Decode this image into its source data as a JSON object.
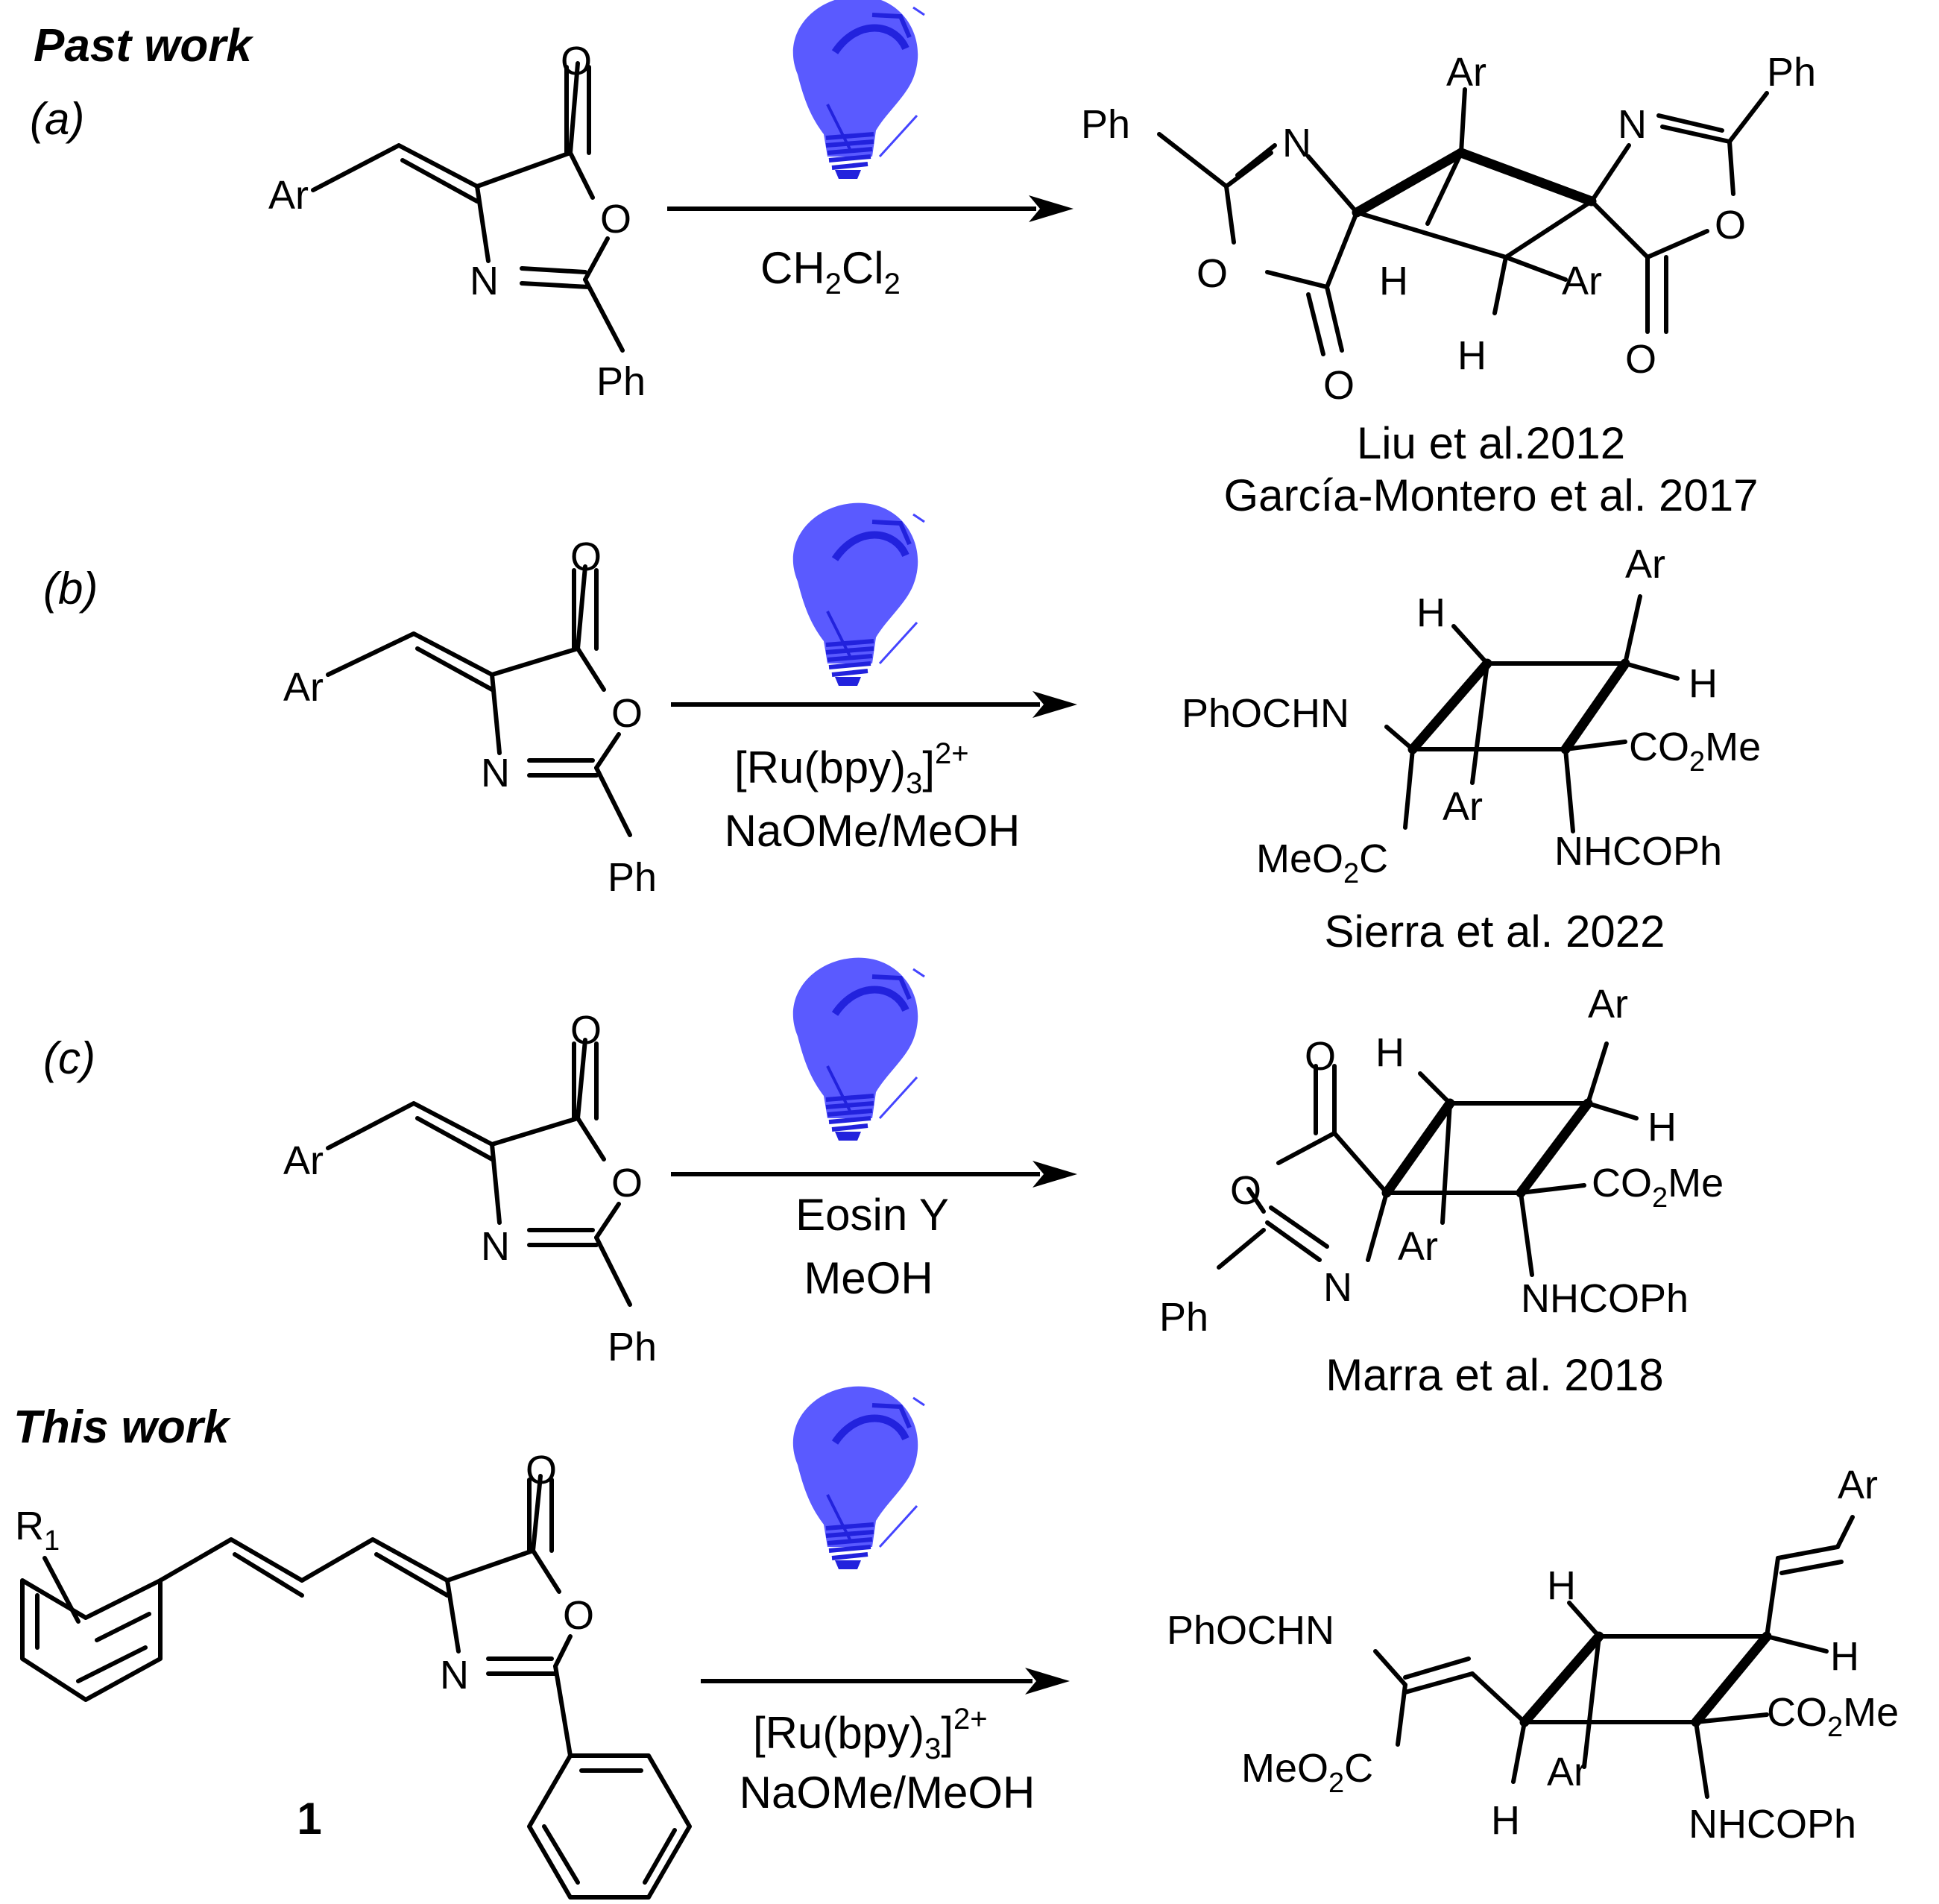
{
  "headers": {
    "past": "Past work",
    "this": "This work"
  },
  "panel_labels": {
    "a": "(a)",
    "b": "(b)",
    "c": "(c)"
  },
  "atoms": {
    "O": "O",
    "N": "N",
    "H": "H",
    "Ar": "Ar",
    "Ph": "Ph",
    "R": "R",
    "r_sub": "1"
  },
  "groups": {
    "phochn": "PhOCHN",
    "nhcoph": "NHCOPh",
    "co2me": {
      "a": "CO",
      "sub": "2",
      "b": "Me"
    },
    "meo2c": {
      "a": "MeO",
      "sub": "2",
      "b": "C"
    }
  },
  "compound_label": "1",
  "reactions": {
    "a": {
      "solvent": {
        "a": "CH",
        "sub1": "2",
        "b": "Cl",
        "sub2": "2"
      },
      "refs": [
        "Liu et al.2012",
        "García-Montero et al. 2017"
      ]
    },
    "b": {
      "catalyst": {
        "a": "[Ru(bpy)",
        "sub": "3",
        "b": "]",
        "sup": "2+"
      },
      "base": "NaOMe/MeOH",
      "ref": "Sierra et al. 2022"
    },
    "c": {
      "catalyst": "Eosin Y",
      "solvent": "MeOH",
      "ref": "Marra et al. 2018"
    },
    "d": {
      "catalyst": {
        "a": "[Ru(bpy)",
        "sub": "3",
        "b": "]",
        "sup": "2+"
      },
      "base": "NaOMe/MeOH"
    }
  },
  "colors": {
    "lamp_blue": "#5a5aff",
    "lamp_dark": "#2222dd",
    "ink": "#000000"
  },
  "icons": [
    "light-bulb-icon",
    "reaction-arrow-icon"
  ]
}
